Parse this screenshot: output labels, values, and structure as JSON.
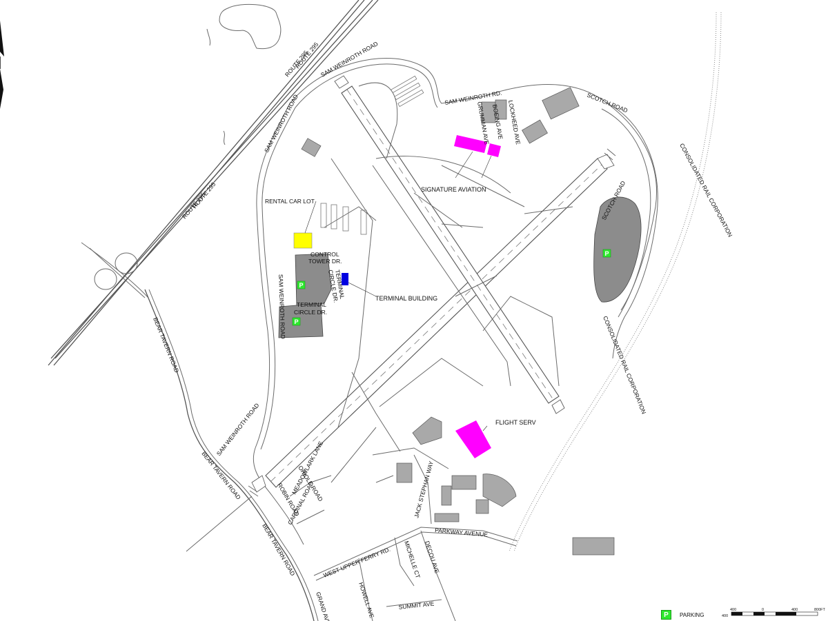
{
  "map": {
    "roads": {
      "route_295_a": "ROUTE 295",
      "route_295_b": "ROUTE 295",
      "route_295_c": "ROUTE 295",
      "route_295_d": "ROUTE 295",
      "sam_weinroth_road_top": "SAM WEINROTH ROAD",
      "sam_weinroth_road_left": "SAM WEINROTH ROAD",
      "sam_weinroth_road_mid": "SAM WEINROTH ROAD",
      "sam_weinroth_road_south": "SAM WEINROTH ROAD",
      "sam_weinroth_rd": "SAM WEINROTH RD.",
      "grumman_ave": "GRUMMAN AVE",
      "boeing_ave": "BOEING AVE",
      "lockheed_ave": "LOCKHEED AVE",
      "scotch_road_top": "SCOTCH ROAD",
      "scotch_road_east": "SCOTCH ROAD",
      "consolidated_rail_north": "CONSOLIDATED RAIL CORPORATION",
      "consolidated_rail_south": "CONSOLIDATED RAIL CORPORATION",
      "control_tower_dr_1": "CONTROL",
      "control_tower_dr_2": "TOWER DR.",
      "terminal_circle_dr_v1": "TERMINAL",
      "terminal_circle_dr_v2": "CIRCLE DR.",
      "terminal_circle_dr_h1": "TERMINAL",
      "terminal_circle_dr_h2": "CIRCLE DR.",
      "bear_tavern_road_1": "BEAR TAVERN ROAD",
      "bear_tavern_road_2": "BEAR TAVERN ROAD",
      "bear_tavern_road_3": "BEAR TAVERN ROAD",
      "robin_road": "ROBIN ROAD",
      "meadowlark_lane": "MEADOWLARK LANE",
      "oriole_road": "ORIOLE ROAD",
      "cardinal_road": "CARDINAL ROAD",
      "jack_stephan_way": "JACK STEPHAN WAY",
      "parkway_avenue": "PARKWAY AVENUE",
      "west_upper_ferry_rd": "WEST UPPER FERRY RD.",
      "michelle_ct": "MICHELLE CT",
      "decou_ave": "DECOU AVE",
      "howell_ave": "HOWELL AVE",
      "summit_ave": "SUMMIT AVE",
      "grand_ave": "GRAND AVE"
    },
    "places": {
      "rental_car_lot": "RENTAL CAR LOT",
      "signature_aviation": "SIGNATURE AVIATION",
      "terminal_building": "TERMINAL BUILDING",
      "flight_serv": "FLIGHT SERV"
    },
    "parking_symbol": "P",
    "colors": {
      "rental_car_lot": "#ffff00",
      "signature_aviation": "#ff00ff",
      "flight_serv": "#ff00ff",
      "terminal_building": "#0000e0",
      "parking_badge": "#2ee82e",
      "parking_lot": "#8c8c8c"
    }
  },
  "legend": {
    "parking_symbol": "P",
    "parking_label": "PARKING"
  },
  "scale_bar": {
    "top_labels": [
      "400",
      "0",
      "400",
      "800FT"
    ],
    "bottom_label": "400"
  }
}
